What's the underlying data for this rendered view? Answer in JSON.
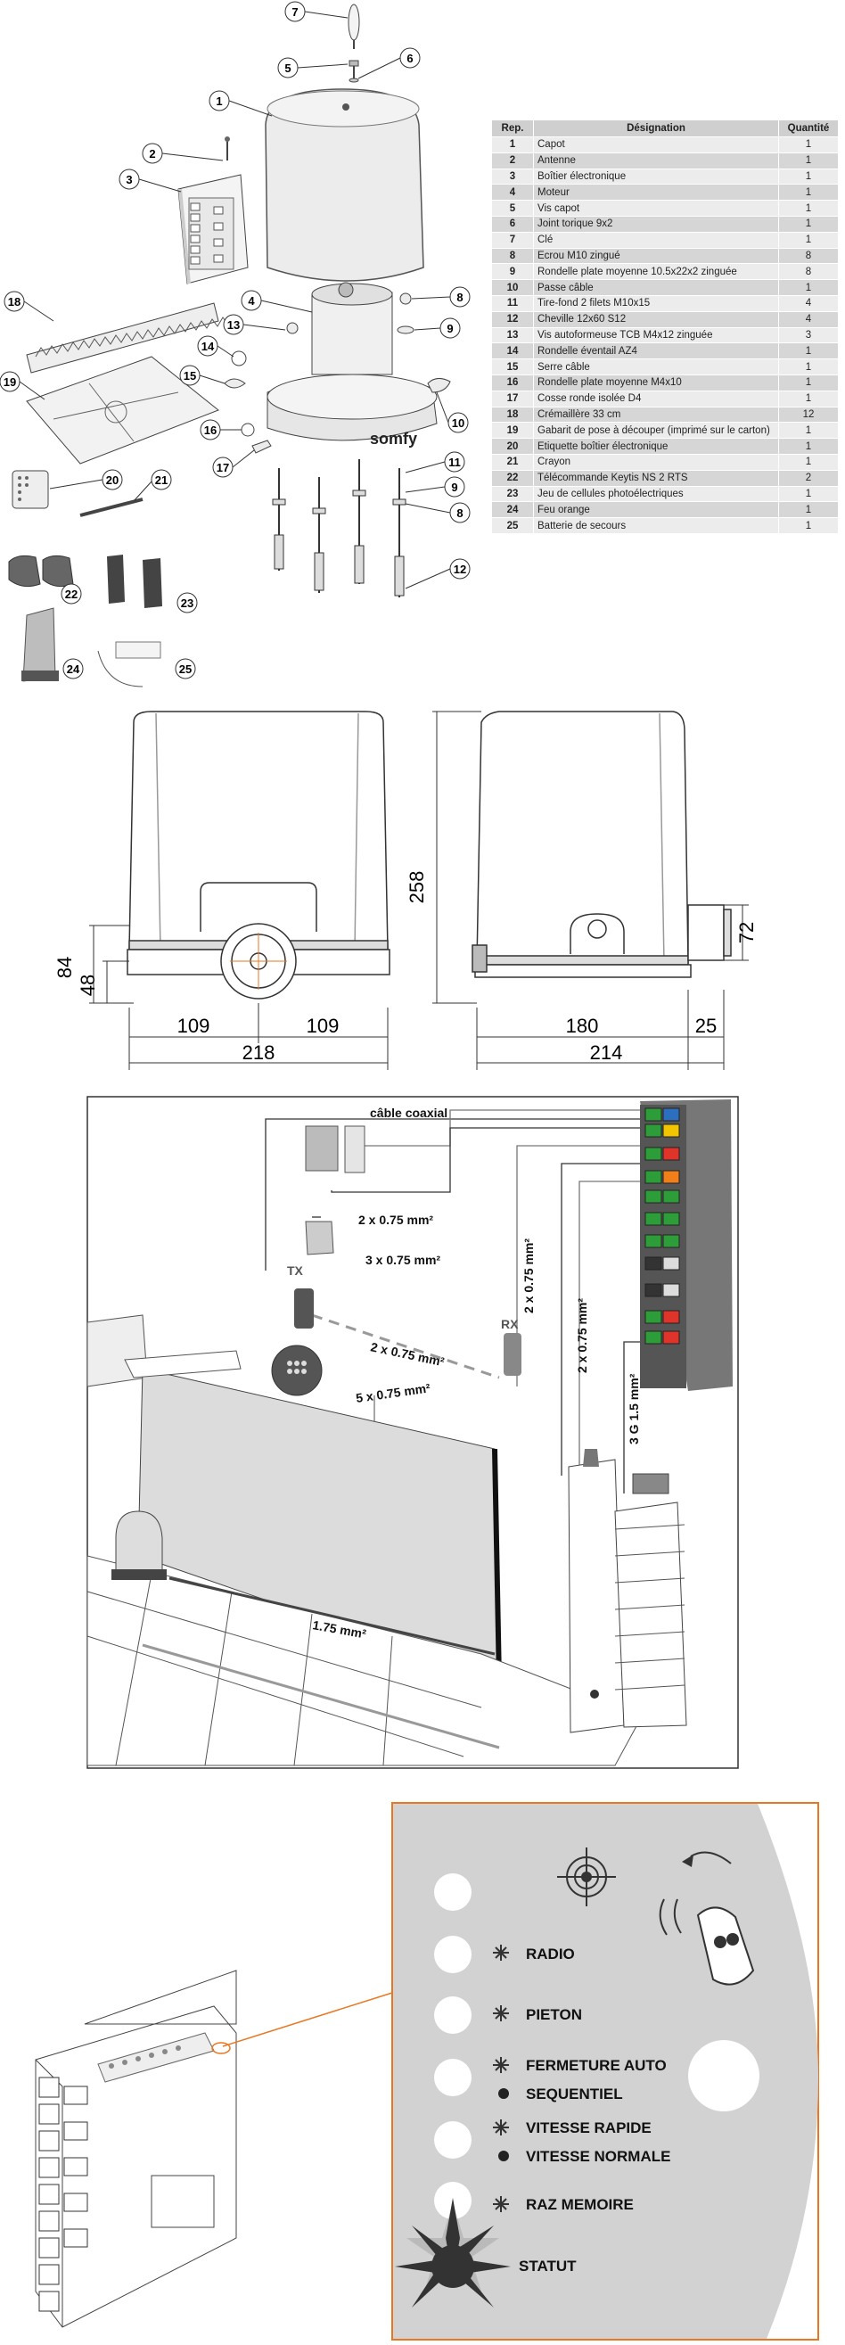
{
  "callouts": [
    "1",
    "2",
    "3",
    "4",
    "5",
    "6",
    "7",
    "8",
    "9",
    "10",
    "11",
    "12",
    "13",
    "14",
    "15",
    "16",
    "17",
    "18",
    "19",
    "20",
    "21",
    "22",
    "23",
    "24",
    "25"
  ],
  "callout_extra": [
    "8",
    "9",
    "11",
    "9",
    "8",
    "12"
  ],
  "brand": "somfy",
  "table": {
    "headers": [
      "Rep.",
      "Désignation",
      "Quantité"
    ],
    "rows": [
      [
        "1",
        "Capot",
        "1"
      ],
      [
        "2",
        "Antenne",
        "1"
      ],
      [
        "3",
        "Boîtier électronique",
        "1"
      ],
      [
        "4",
        "Moteur",
        "1"
      ],
      [
        "5",
        "Vis capot",
        "1"
      ],
      [
        "6",
        "Joint torique 9x2",
        "1"
      ],
      [
        "7",
        "Clé",
        "1"
      ],
      [
        "8",
        "Ecrou M10 zingué",
        "8"
      ],
      [
        "9",
        "Rondelle plate moyenne 10.5x22x2 zinguée",
        "8"
      ],
      [
        "10",
        "Passe câble",
        "1"
      ],
      [
        "11",
        "Tire-fond 2 filets M10x15",
        "4"
      ],
      [
        "12",
        "Cheville 12x60 S12",
        "4"
      ],
      [
        "13",
        "Vis autoformeuse TCB M4x12 zinguée",
        "3"
      ],
      [
        "14",
        "Rondelle éventail AZ4",
        "1"
      ],
      [
        "15",
        "Serre câble",
        "1"
      ],
      [
        "16",
        "Rondelle plate moyenne M4x10",
        "1"
      ],
      [
        "17",
        "Cosse ronde isolée D4",
        "1"
      ],
      [
        "18",
        "Crémaillère 33 cm",
        "12"
      ],
      [
        "19",
        "Gabarit de pose à découper (imprimé sur le carton)",
        "1"
      ],
      [
        "20",
        "Etiquette boîtier électronique",
        "1"
      ],
      [
        "21",
        "Crayon",
        "1"
      ],
      [
        "22",
        "Télécommande Keytis NS 2 RTS",
        "2"
      ],
      [
        "23",
        "Jeu de cellules photoélectriques",
        "1"
      ],
      [
        "24",
        "Feu orange",
        "1"
      ],
      [
        "25",
        "Batterie de secours",
        "1"
      ]
    ]
  },
  "dimensions": {
    "front_height_total": "258",
    "front_h1": "84",
    "front_h2": "48",
    "front_w_left": "109",
    "front_w_right": "109",
    "front_w_total": "218",
    "side_w1": "180",
    "side_w2": "25",
    "side_w_total": "214",
    "side_h": "72"
  },
  "wiring": {
    "coax": "câble coaxial",
    "w1": "2 x 0.75 mm²",
    "w2": "3 x 0.75 mm²",
    "w3": "2 x 0.75 mm²",
    "w4": "2 x 0.75 mm²",
    "w5": "5 x 0.75 mm²",
    "w6": "2 x 0.75 mm²",
    "w7": "3 G 1.5 mm²",
    "w8": "1.75 mm²",
    "tx": "TX",
    "rx": "RX"
  },
  "panel": {
    "labels": [
      "RADIO",
      "PIETON",
      "FERMETURE AUTO",
      "SEQUENTIEL",
      "VITESSE RAPIDE",
      "VITESSE NORMALE",
      "RAZ MEMOIRE",
      "STATUT"
    ]
  },
  "colors": {
    "callout_border": "#333333",
    "panel_border": "#e87722",
    "panel_bg": "#d2d2d2",
    "table_header": "#cfcfcf"
  }
}
